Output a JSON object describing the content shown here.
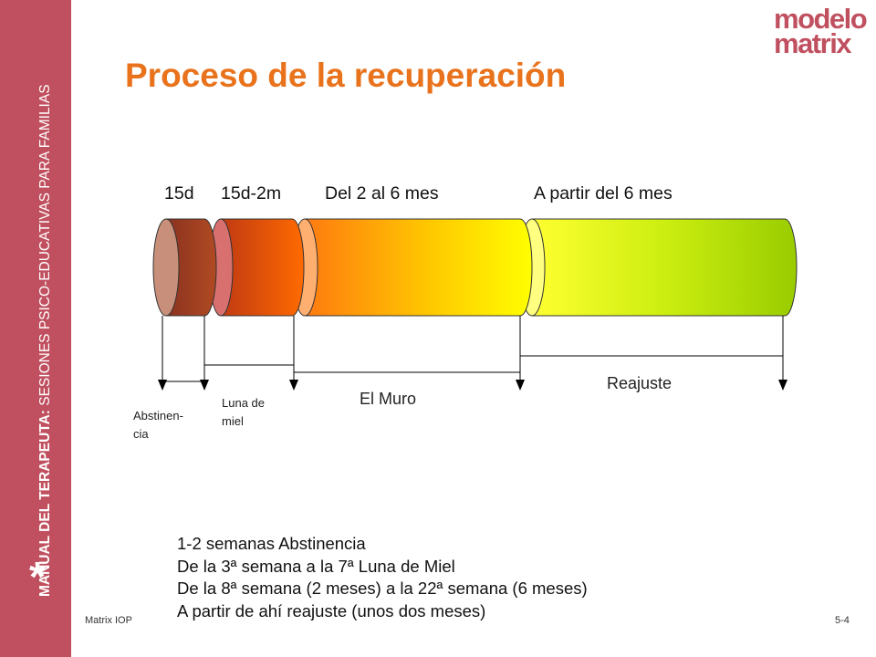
{
  "sidebar": {
    "manual_bold": "MANUAL DEL TERAPEUTA:",
    "manual_rest": " SESIONES PSICO-EDUCATIVAS PARA FAMILIAS",
    "asterisk": "*"
  },
  "logo": {
    "line1": "modelo",
    "line2": "matrix"
  },
  "title": "Proceso de la recuperación",
  "periods": [
    "15d",
    "15d-2m",
    "Del 2 al 6 mes",
    "A partir del 6 mes"
  ],
  "phases": {
    "abstinencia_1": "Abstinen-",
    "abstinencia_2": "cia",
    "luna_1": "Luna de",
    "luna_2": "miel",
    "muro": "El Muro",
    "reajuste": "Reajuste"
  },
  "notes": [
    "1-2 semanas Abstinencia",
    "De la 3ª semana a la 7ª Luna de Miel",
    "De la 8ª semana (2 meses) a la 22ª semana (6 meses)",
    "A partir de ahí reajuste (unos dos meses)"
  ],
  "footer": {
    "left": "Matrix IOP",
    "right": "5-4"
  },
  "colors": {
    "sidebar": "#c0505f",
    "title": "#e9731c",
    "segment1": "#9c3a1c",
    "segment2": "#ff6a00",
    "segment3": "#ffff00",
    "segment4": "#99cc00"
  }
}
